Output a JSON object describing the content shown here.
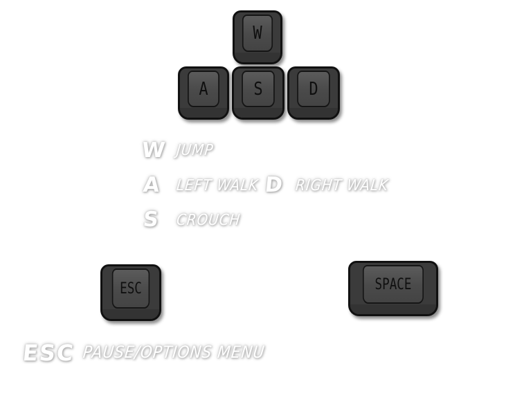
{
  "keys": {
    "w": "W",
    "a": "A",
    "s": "S",
    "d": "D",
    "esc": "ESC",
    "space": "SPACE"
  },
  "controls": {
    "jump_key": "W",
    "jump_label": "JUMP",
    "left_key": "A",
    "left_label": "LEFT WALK",
    "right_key": "D",
    "right_label": "RIGHT WALK",
    "crouch_key": "S",
    "crouch_label": "CROUCH",
    "esc_key": "ESC",
    "esc_label": "PAUSE/OPTIONS MENU"
  },
  "colors": {
    "key_body": "#3b3b3b",
    "key_cap": "#4a4a4a",
    "label_text": "#ffffff",
    "background": "#ffffff"
  }
}
